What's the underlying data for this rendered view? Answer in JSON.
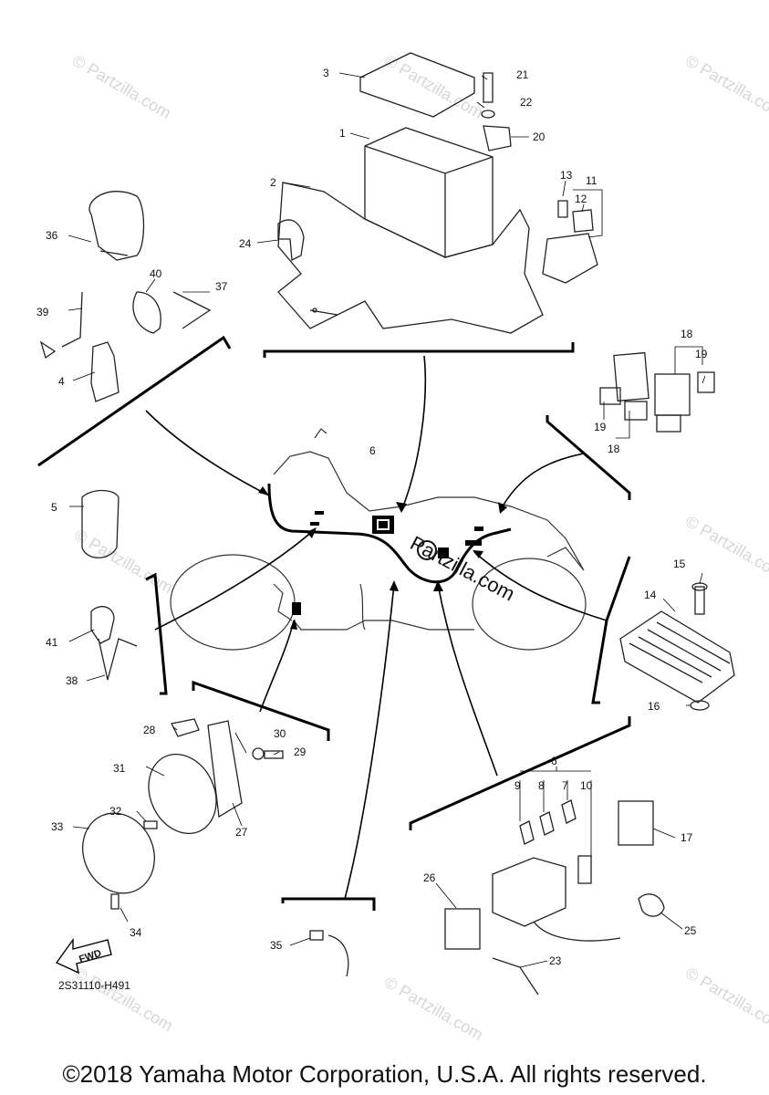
{
  "callouts": {
    "c1": "1",
    "c2": "2",
    "c3": "3",
    "c4": "4",
    "c5": "5",
    "c6a": "6",
    "c6b": "6",
    "c7": "7",
    "c8": "8",
    "c9": "9",
    "c10": "10",
    "c11": "11",
    "c12": "12",
    "c13": "13",
    "c14": "14",
    "c15": "15",
    "c16": "16",
    "c17": "17",
    "c18a": "18",
    "c18b": "18",
    "c19a": "19",
    "c19b": "19",
    "c20": "20",
    "c21": "21",
    "c22": "22",
    "c23": "23",
    "c24": "24",
    "c25": "25",
    "c26": "26",
    "c27": "27",
    "c28": "28",
    "c29": "29",
    "c30": "30",
    "c31": "31",
    "c32": "32",
    "c33": "33",
    "c34": "34",
    "c35": "35",
    "c36": "36",
    "c37": "37",
    "c38": "38",
    "c39": "39",
    "c40": "40",
    "c41": "41"
  },
  "watermark": "© Partzilla.com",
  "center_stamp": "Partzilla.com",
  "fwd_label": "FWD",
  "diagram_code": "2S31110-H491",
  "copyright": "©2018 Yamaha Motor Corporation, U.S.A. All rights reserved."
}
